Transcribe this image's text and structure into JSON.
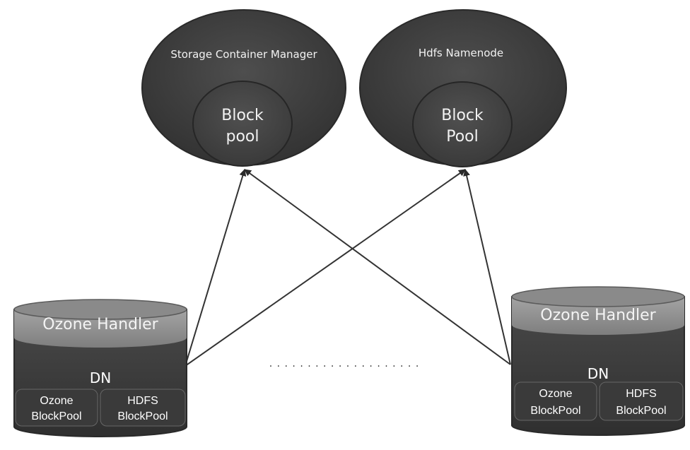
{
  "scm": {
    "title": "Storage Container Manager",
    "pool_line1": "Block",
    "pool_line2": "pool"
  },
  "namenode": {
    "title": "Hdfs Namenode",
    "pool_line1": "Block",
    "pool_line2": "Pool"
  },
  "datanodes": [
    {
      "handler": "Ozone Handler",
      "dn": "DN",
      "pool1_line1": "Ozone",
      "pool1_line2": "BlockPool",
      "pool2_line1": "HDFS",
      "pool2_line2": "BlockPool"
    },
    {
      "handler": "Ozone Handler",
      "dn": "DN",
      "pool1_line1": "Ozone",
      "pool1_line2": "BlockPool",
      "pool2_line1": "HDFS",
      "pool2_line2": "BlockPool"
    }
  ],
  "ellipsis": "· · · · · · · · · · · · · · · · · · · ·",
  "colors": {
    "node_dark": "#3d3d3d",
    "node_mid": "#4a4a4a",
    "handler_band": "#8e8e8e",
    "arrow": "#333333"
  }
}
